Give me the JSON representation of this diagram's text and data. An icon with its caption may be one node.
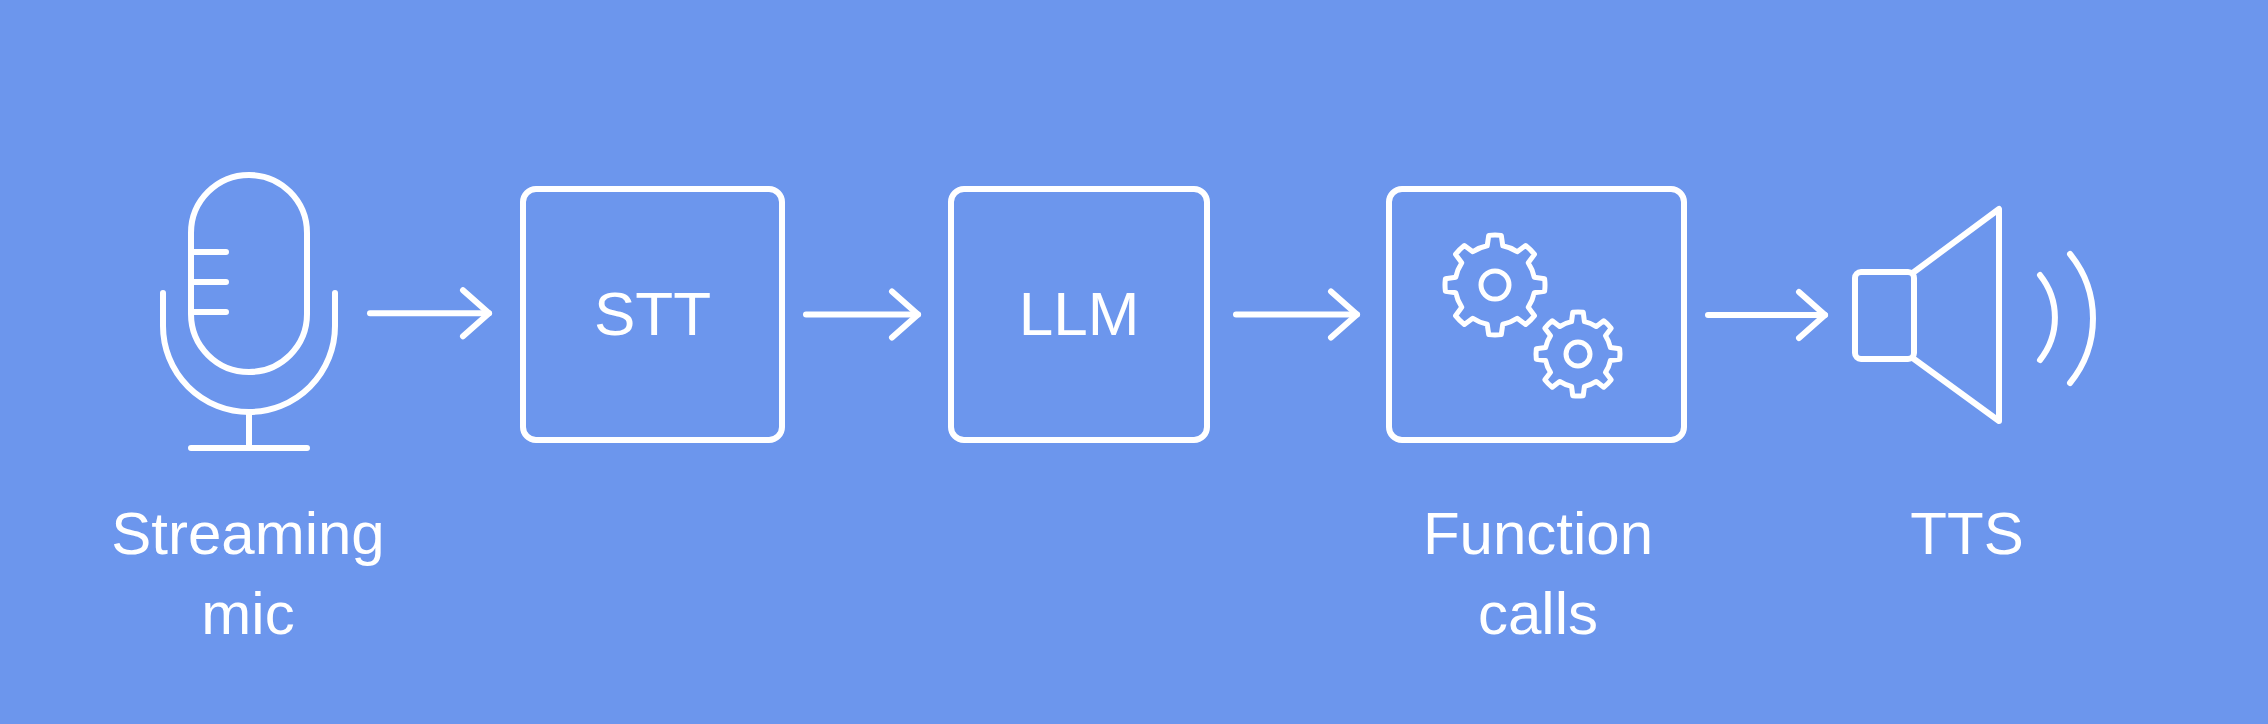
{
  "diagram": {
    "nodes": [
      {
        "text": [],
        "shape": "picture",
        "beside": [
          "Streaming mic"
        ]
      },
      {
        "text": [
          "STT"
        ]
      },
      {
        "text": [
          "LLM"
        ]
      },
      {
        "text": [],
        "shape": "box",
        "beside": [
          "Function calls"
        ]
      },
      {
        "text": [],
        "shape": "picture",
        "beside": [
          "TTS"
        ]
      }
    ],
    "edges": [
      {
        "from": 0,
        "to": 1,
        "arrow": "to"
      },
      {
        "from": 1,
        "to": 2,
        "arrow": "to"
      },
      {
        "from": 2,
        "to": 3,
        "arrow": "to"
      },
      {
        "from": 3,
        "to": 4,
        "arrow": "to"
      }
    ]
  }
}
